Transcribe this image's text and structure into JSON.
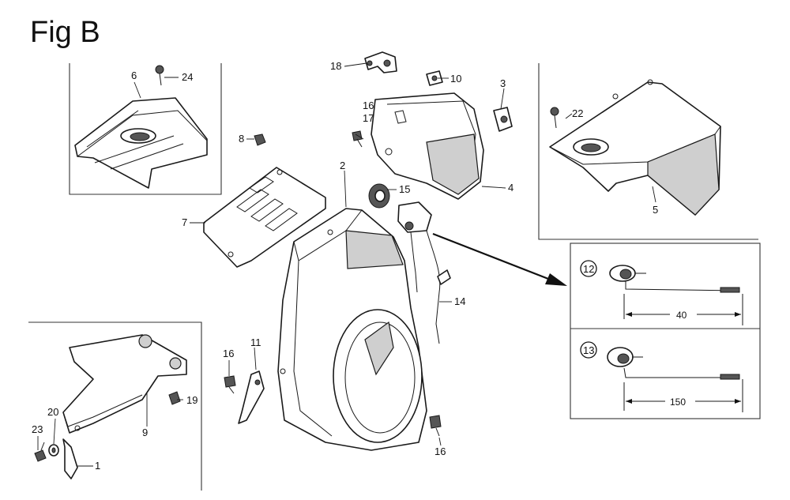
{
  "figure": {
    "title": "Fig B"
  },
  "callouts": [
    {
      "id": "c1",
      "text": "1"
    },
    {
      "id": "c2",
      "text": "2"
    },
    {
      "id": "c3",
      "text": "3"
    },
    {
      "id": "c4",
      "text": "4"
    },
    {
      "id": "c5",
      "text": "5"
    },
    {
      "id": "c6",
      "text": "6"
    },
    {
      "id": "c7",
      "text": "7"
    },
    {
      "id": "c8",
      "text": "8"
    },
    {
      "id": "c9",
      "text": "9"
    },
    {
      "id": "c10",
      "text": "10"
    },
    {
      "id": "c11",
      "text": "11"
    },
    {
      "id": "c14",
      "text": "14"
    },
    {
      "id": "c15",
      "text": "15"
    },
    {
      "id": "c16a",
      "text": "16"
    },
    {
      "id": "c17",
      "text": "17"
    },
    {
      "id": "c16b",
      "text": "16"
    },
    {
      "id": "c16c",
      "text": "16"
    },
    {
      "id": "c18",
      "text": "18"
    },
    {
      "id": "c19",
      "text": "19"
    },
    {
      "id": "c20",
      "text": "20"
    },
    {
      "id": "c22",
      "text": "22"
    },
    {
      "id": "c23",
      "text": "23"
    },
    {
      "id": "c24",
      "text": "24"
    }
  ],
  "detail": {
    "variant_a": {
      "number": "12",
      "dimension": "40"
    },
    "variant_b": {
      "number": "13",
      "dimension": "150"
    }
  }
}
